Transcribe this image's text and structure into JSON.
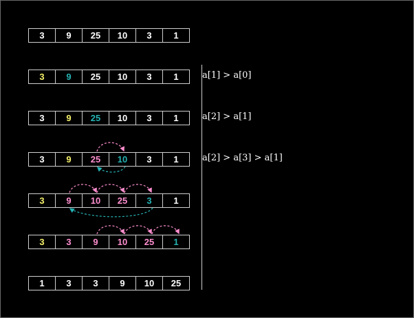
{
  "rows": [
    {
      "cells": [
        {
          "v": "3",
          "c": "white"
        },
        {
          "v": "9",
          "c": "white"
        },
        {
          "v": "25",
          "c": "white"
        },
        {
          "v": "10",
          "c": "white"
        },
        {
          "v": "3",
          "c": "white"
        },
        {
          "v": "1",
          "c": "white"
        }
      ]
    },
    {
      "cells": [
        {
          "v": "3",
          "c": "yellow"
        },
        {
          "v": "9",
          "c": "teal"
        },
        {
          "v": "25",
          "c": "white"
        },
        {
          "v": "10",
          "c": "white"
        },
        {
          "v": "3",
          "c": "white"
        },
        {
          "v": "1",
          "c": "white"
        }
      ]
    },
    {
      "cells": [
        {
          "v": "3",
          "c": "white"
        },
        {
          "v": "9",
          "c": "yellow"
        },
        {
          "v": "25",
          "c": "teal"
        },
        {
          "v": "10",
          "c": "white"
        },
        {
          "v": "3",
          "c": "white"
        },
        {
          "v": "1",
          "c": "white"
        }
      ]
    },
    {
      "cells": [
        {
          "v": "3",
          "c": "white"
        },
        {
          "v": "9",
          "c": "yellow"
        },
        {
          "v": "25",
          "c": "pink"
        },
        {
          "v": "10",
          "c": "teal"
        },
        {
          "v": "3",
          "c": "white"
        },
        {
          "v": "1",
          "c": "white"
        }
      ]
    },
    {
      "cells": [
        {
          "v": "3",
          "c": "yellow"
        },
        {
          "v": "9",
          "c": "pink"
        },
        {
          "v": "10",
          "c": "pink"
        },
        {
          "v": "25",
          "c": "pink"
        },
        {
          "v": "3",
          "c": "teal"
        },
        {
          "v": "1",
          "c": "white"
        }
      ]
    },
    {
      "cells": [
        {
          "v": "3",
          "c": "yellow"
        },
        {
          "v": "3",
          "c": "pink"
        },
        {
          "v": "9",
          "c": "pink"
        },
        {
          "v": "10",
          "c": "pink"
        },
        {
          "v": "25",
          "c": "pink"
        },
        {
          "v": "1",
          "c": "teal"
        }
      ]
    },
    {
      "cells": [
        {
          "v": "1",
          "c": "white"
        },
        {
          "v": "3",
          "c": "white"
        },
        {
          "v": "3",
          "c": "white"
        },
        {
          "v": "9",
          "c": "white"
        },
        {
          "v": "10",
          "c": "white"
        },
        {
          "v": "25",
          "c": "white"
        }
      ]
    }
  ],
  "notes": [
    "a[1] > a[0]",
    "a[2] > a[1]",
    "a[2] > a[3] > a[1]"
  ],
  "colors": {
    "white": "#ffffff",
    "yellow": "#f5f06a",
    "teal": "#26b3b3",
    "pink": "#ff8fd0",
    "background": "#000000"
  }
}
